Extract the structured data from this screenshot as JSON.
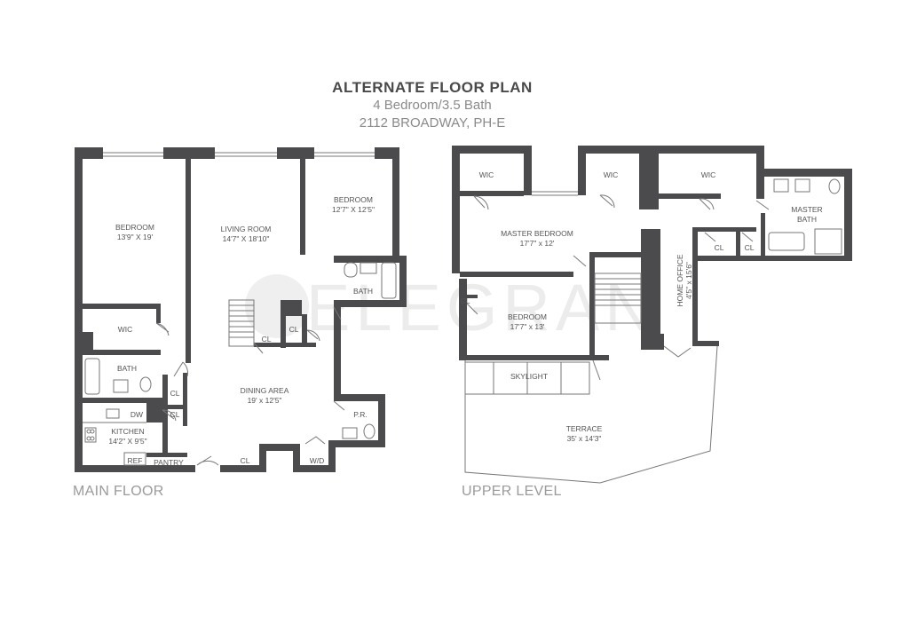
{
  "header": {
    "title": "ALTERNATE FLOOR PLAN",
    "subtitle": "4 Bedroom/3.5 Bath",
    "address": "2112 BROADWAY, PH-E"
  },
  "watermark": "ELEGRAN",
  "colors": {
    "wall": "#4b4b4d",
    "line": "#6e6e6e",
    "text": "#555555",
    "watermark": "#e9e9e9"
  },
  "main_floor": {
    "label": "MAIN FLOOR",
    "bedroom_left": {
      "name": "BEDROOM",
      "size": "13'9\" X 19'"
    },
    "living_room": {
      "name": "LIVING ROOM",
      "size": "14'7\" X 18'10\""
    },
    "bedroom_right": {
      "name": "BEDROOM",
      "size": "12'7\" X 12'5\""
    },
    "bath_right": "BATH",
    "wic": "WIC",
    "bath_left": "BATH",
    "dining": {
      "name": "DINING AREA",
      "size": "19' x 12'5\""
    },
    "kitchen": {
      "name": "KITCHEN",
      "size": "14'2\" X 9'5\""
    },
    "dw": "DW",
    "ref": "REF",
    "pantry": "PANTRY",
    "cl": "CL",
    "pr": "P.R.",
    "wd": "W/D"
  },
  "upper_level": {
    "label": "UPPER LEVEL",
    "wic": "WIC",
    "master_bedroom": {
      "name": "MASTER BEDROOM",
      "size": "17'7\" x 12'"
    },
    "master_bath": {
      "line1": "MASTER",
      "line2": "BATH"
    },
    "bedroom": {
      "name": "BEDROOM",
      "size": "17'7\" x 13'"
    },
    "home_office": {
      "name": "HOME OFFICE",
      "size": "4'5\" x 15'6\""
    },
    "skylight": "SKYLIGHT",
    "terrace": {
      "name": "TERRACE",
      "size": "35' x 14'3\""
    },
    "cl": "CL"
  }
}
